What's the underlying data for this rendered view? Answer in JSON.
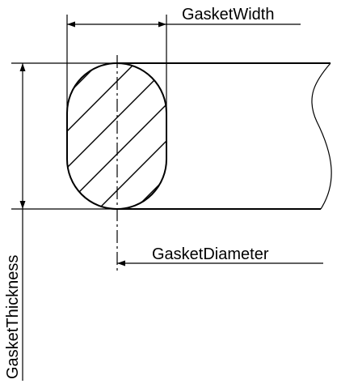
{
  "labels": {
    "width": "GasketWidth",
    "thickness": "GasketThickness",
    "diameter": "GasketDiameter"
  },
  "colors": {
    "line": "#000000",
    "background": "#ffffff"
  }
}
